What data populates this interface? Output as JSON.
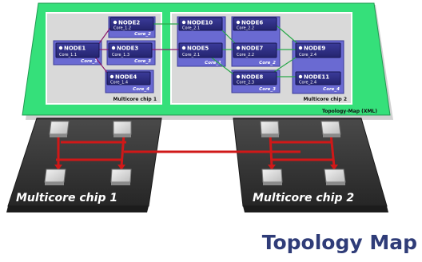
{
  "topology_map": {
    "label": "Topology-Map (XML)",
    "chips": [
      {
        "label": "Multicore chip 1",
        "cores": [
          {
            "label": "Core_1"
          },
          {
            "label": "Core_2"
          },
          {
            "label": "Core_3"
          },
          {
            "label": "Core_4"
          }
        ],
        "nodes": [
          {
            "name": "NODE1",
            "core": "Core_1.1"
          },
          {
            "name": "NODE2",
            "core": "Core_1.2"
          },
          {
            "name": "NODE3",
            "core": "Core_1.3"
          },
          {
            "name": "NODE4",
            "core": "Core_1.4"
          }
        ]
      },
      {
        "label": "Multicore chip 2",
        "cores": [
          {
            "label": "Core_1"
          },
          {
            "label": "Core_2"
          },
          {
            "label": "Core_3"
          },
          {
            "label": "Core_4"
          }
        ],
        "nodes": [
          {
            "name": "NODE10",
            "core": "Core_2.1"
          },
          {
            "name": "NODE5",
            "core": "Core_2.1"
          },
          {
            "name": "NODE6",
            "core": "Core_2.2"
          },
          {
            "name": "NODE7",
            "core": "Core_2.2"
          },
          {
            "name": "NODE8",
            "core": "Core_2.3"
          },
          {
            "name": "NODE9",
            "core": "Core_2.4"
          },
          {
            "name": "NODE11",
            "core": "Core_2.4"
          }
        ]
      }
    ]
  },
  "hardware": {
    "chip1_label": "Multicore chip 1",
    "chip2_label": "Multicore chip 2"
  },
  "headline": "Topology Map",
  "colors": {
    "map_green": "#35e07a",
    "chip_panel": "#d9d9d9",
    "node_navy": "#2e2e86",
    "core_blue": "#6a6ad2",
    "link_red": "#d01818",
    "floor_dark": "#3a3a3a",
    "headline_navy": "#2f3c78"
  }
}
